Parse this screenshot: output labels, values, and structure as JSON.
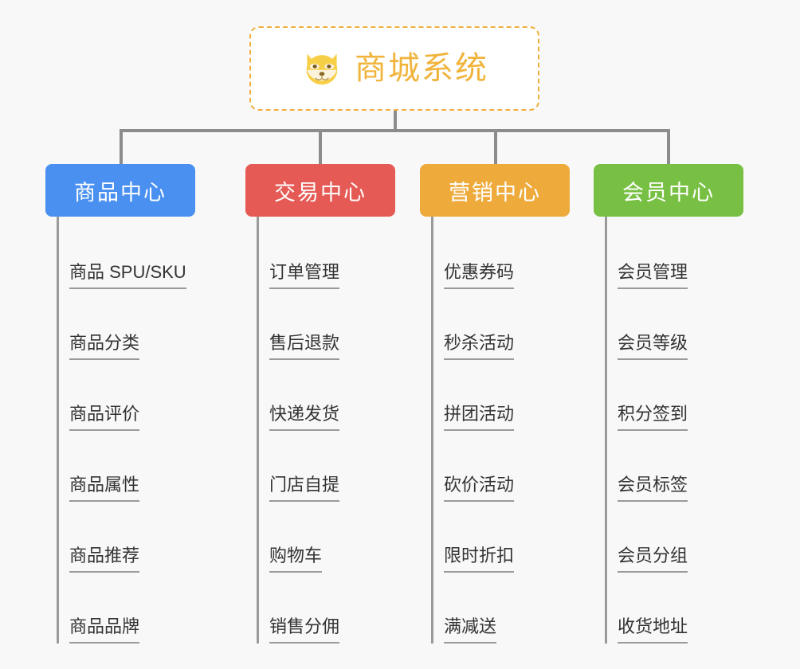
{
  "page": {
    "background_color": "#f8f8f8",
    "line_color": "#8c8c8c",
    "leaf_line_color": "#9a9a9a"
  },
  "root": {
    "title": "商城系统",
    "icon": "shiba-dog-icon",
    "text_color": "#f0b43c",
    "border_color": "#f0b040",
    "background_color": "#ffffff"
  },
  "columns": [
    {
      "id": "product-center",
      "label": "商品中心",
      "color": "#4a90f0",
      "items": [
        {
          "label": "商品 SPU/SKU"
        },
        {
          "label": "商品分类"
        },
        {
          "label": "商品评价"
        },
        {
          "label": "商品属性"
        },
        {
          "label": "商品推荐"
        },
        {
          "label": "商品品牌"
        }
      ]
    },
    {
      "id": "trade-center",
      "label": "交易中心",
      "color": "#e55a55",
      "items": [
        {
          "label": "订单管理"
        },
        {
          "label": "售后退款"
        },
        {
          "label": "快递发货"
        },
        {
          "label": "门店自提"
        },
        {
          "label": "购物车"
        },
        {
          "label": "销售分佣"
        }
      ]
    },
    {
      "id": "marketing-center",
      "label": "营销中心",
      "color": "#eeab3c",
      "items": [
        {
          "label": "优惠券码"
        },
        {
          "label": "秒杀活动"
        },
        {
          "label": "拼团活动"
        },
        {
          "label": "砍价活动"
        },
        {
          "label": "限时折扣"
        },
        {
          "label": "满减送"
        }
      ]
    },
    {
      "id": "member-center",
      "label": "会员中心",
      "color": "#78c043",
      "items": [
        {
          "label": "会员管理"
        },
        {
          "label": "会员等级"
        },
        {
          "label": "积分签到"
        },
        {
          "label": "会员标签"
        },
        {
          "label": "会员分组"
        },
        {
          "label": "收货地址"
        }
      ]
    }
  ]
}
